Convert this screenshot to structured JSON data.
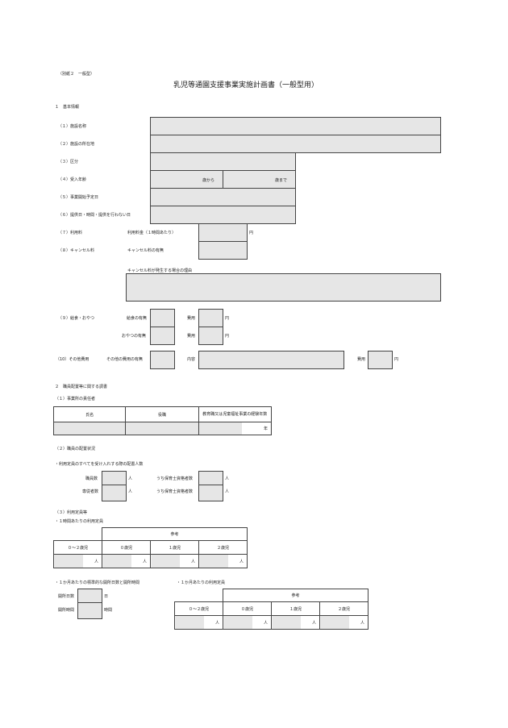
{
  "header": {
    "annex": "（別紙２　一般型）",
    "title": "乳児等通園支援事業実施計画書（一般型用）"
  },
  "section1": {
    "heading": "１　基本情報",
    "facility_name": "（１）施設名称",
    "facility_address": "（２）施設の所在地",
    "category": "（３）区分",
    "age": "（４）受入年齢",
    "age_from": "歳から",
    "age_to": "歳まで",
    "start_date": "（５）事業開始予定日",
    "days": "（６）提供日・時間・提供を行わない日",
    "fee": "（７）利用料",
    "fee_sub": "利用料金（１時間あたり）",
    "fee_unit": "円",
    "cancel": "（８）キャンセル料",
    "cancel_sub": "キャンセル料の有無",
    "cancel_case": "キャンセル料が発生する場合の理由",
    "meal": "（９）給食・おやつ",
    "meal_sub": "給食の有無",
    "snack_sub": "おやつの有無",
    "cost": "費用",
    "yen": "円",
    "other": "（10）その他費用",
    "other_sub": "その他の費用の有無",
    "content": "内容"
  },
  "section2": {
    "heading": "２　職員配置等に関する調書",
    "manager": "（１）事業所の責任者",
    "col_name": "氏名",
    "col_position": "役職",
    "col_years": "教育職又は児童福祉事業の経験年数",
    "years_unit": "年",
    "staffing": "（２）職員の配置状況",
    "staffing_note": "・利用定員のすべてを受け入れする際の配置人数",
    "staff_count": "職員数",
    "staff_count_sub": "うち保育士資格者数",
    "support_count": "専従者数",
    "support_count_sub": "うち保育士資格者数",
    "person": "人",
    "capacity": "（３）利用定員等",
    "per_hour": "・１時間あたりの利用定員",
    "ref": "参考",
    "age_0_2": "０～２歳児",
    "age_0": "０歳児",
    "age_1": "１歳児",
    "age_2": "２歳児",
    "monthly_open": "・１か月あたりの標準的な開所日数と開所時間",
    "open_days": "開所日数",
    "day_unit": "日",
    "open_hours": "開所時間",
    "hour_unit": "時間",
    "per_month": "・１か月あたりの利用定員"
  }
}
